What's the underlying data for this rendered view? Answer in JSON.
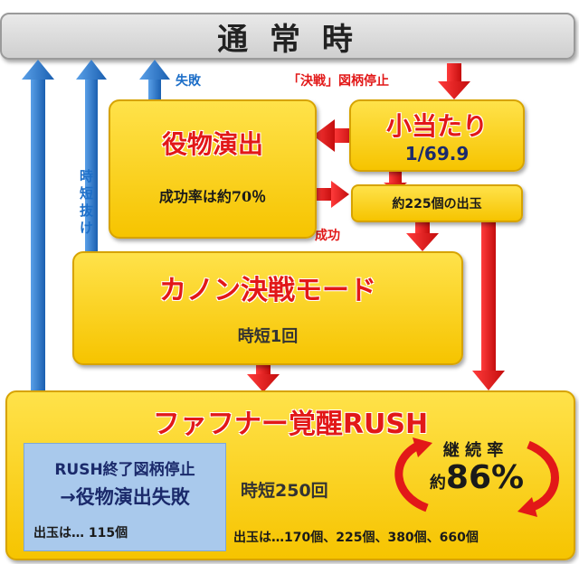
{
  "top_bar": {
    "label": "通 常 時"
  },
  "labels": {
    "fail": "失敗",
    "kessen_stop": "「決戦」図柄停止",
    "jitan_nuke": "時短抜け",
    "success": "成功"
  },
  "yakumono": {
    "title": "役物演出",
    "rate": "成功率は約70％"
  },
  "koatari": {
    "title": "小当たり",
    "prob": "1/69.9"
  },
  "payout_225": {
    "label": "約225個の出玉"
  },
  "kanon": {
    "title": "カノン決戦モード",
    "sub": "時短1回"
  },
  "rush": {
    "title": "ファフナー覚醒RUSH",
    "end_line1": "RUSH終了図柄停止",
    "end_line2": "→役物演出失敗",
    "end_payout": "出玉は… 115個",
    "jitan": "時短250回",
    "continue_label": "継 続 率",
    "continue_prefix": "約",
    "continue_value": "86%",
    "payouts": "出玉は…170個、225個、380個、660個"
  },
  "colors": {
    "gold": "#f6c400",
    "red": "#e21818",
    "blue": "#1e6fc8",
    "gray": "#d6d6d6"
  }
}
